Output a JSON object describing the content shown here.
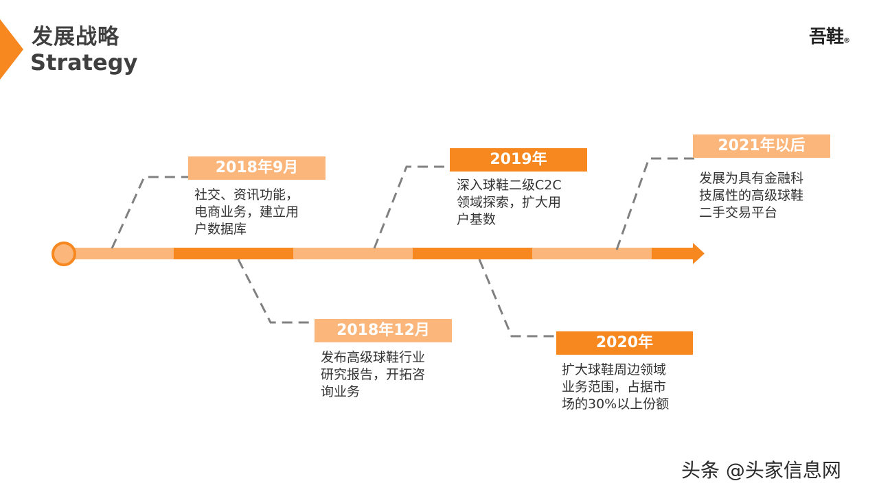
{
  "header": {
    "title_cn": "发展战略",
    "title_en": "Strategy",
    "logo": "吾鞋"
  },
  "colors": {
    "accent_dark": "#f7871f",
    "accent_light": "#fbb67b",
    "connector": "#808080"
  },
  "milestones": [
    {
      "date": "2018年9月",
      "text": "社交、资讯功能，\n电商业务，建立用\n户数据库"
    },
    {
      "date": "2018年12月",
      "text": "发布高级球鞋行业\n研究报告，开拓咨\n询业务"
    },
    {
      "date": "2019年",
      "text": "深入球鞋二级C2C\n领域探索，扩大用\n户基数"
    },
    {
      "date": "2020年",
      "text": "扩大球鞋周边领域\n业务范围，占据市\n场的30%以上份额"
    },
    {
      "date": "2021年以后",
      "text": "发展为具有金融科\n技属性的高级球鞋\n二手交易平台"
    }
  ],
  "watermark": "头条 @头家信息网"
}
